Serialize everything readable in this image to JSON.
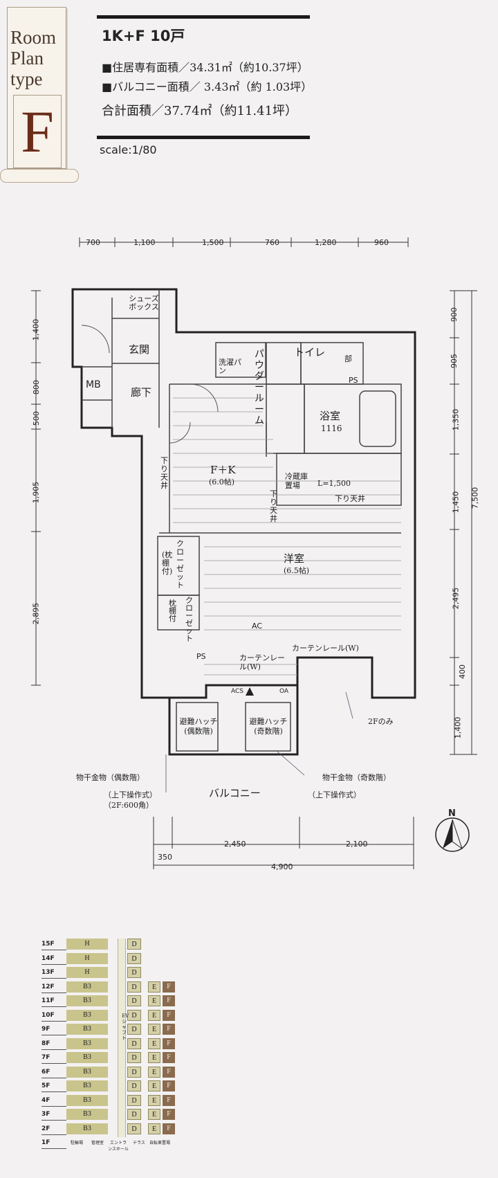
{
  "badge": {
    "line1": "Room",
    "line2": "Plan",
    "line3": "type",
    "letter": "F"
  },
  "header": {
    "title": "1K+F 10戸",
    "spec1": "■住居専有面積／34.31㎡（約10.37坪）",
    "spec2": "■バルコニー面積／ 3.43㎡（約 1.03坪）",
    "total": "合計面積／37.74㎡（約11.41坪）",
    "scale": "scale:1/80"
  },
  "dims": {
    "top": [
      "700",
      "1,100",
      "1,500",
      "760",
      "1,280",
      "960"
    ],
    "left": [
      "1,400",
      "800",
      "500",
      "1,905",
      "2,895"
    ],
    "right": [
      "900",
      "905",
      "1,350",
      "1,450",
      "2,495",
      "400",
      "1,400"
    ],
    "right_total": "7,500",
    "bottom": [
      "2,450",
      "2,100"
    ],
    "bottom_left": "350",
    "bottom_total": "4,900"
  },
  "rooms": {
    "shoe": "シューズボックス",
    "genkan": "玄関",
    "mb": "MB",
    "rouka": "廊下",
    "sentaku": "洗濯パン",
    "powder": "パウダールーム",
    "toilet": "トイレ",
    "bu": "部",
    "ps": "PS",
    "bath": "浴室",
    "bath_size": "1116",
    "fk": "F＋K",
    "fk_size": "(6.0帖)",
    "sagari1": "下り天井",
    "sagari2": "下り天井",
    "sagari3": "下り天井",
    "fridge": "冷蔵庫置場",
    "l1500": "L=1,500",
    "youshitsu": "洋室",
    "you_size": "(6.5帖)",
    "closet1": "クローゼット",
    "closet1b": "(枕棚付)",
    "closet2": "クローゼット",
    "closet2b": "枕棚付",
    "ac": "AC",
    "ps2": "PS",
    "curtain1": "カーテンレール(W)",
    "curtain2": "カーテンレール(W)",
    "acs": "ACS",
    "oa": "OA"
  },
  "balcony": {
    "hatch1": "避難ハッチ(偶数階)",
    "hatch2": "避難ハッチ(奇数階)",
    "note2f": "2Fのみ",
    "hoshi1": "物干金物（偶数階）",
    "hoshi2": "物干金物（奇数階）",
    "sousa1": "（上下操作式）",
    "sousa1b": "（2F:600角）",
    "sousa2": "（上下操作式）",
    "label": "バルコニー"
  },
  "compass": {
    "n": "N"
  },
  "floors": {
    "labels": [
      "15F",
      "14F",
      "13F",
      "12F",
      "11F",
      "10F",
      "9F",
      "8F",
      "7F",
      "6F",
      "5F",
      "4F",
      "3F",
      "2F",
      "1F"
    ],
    "col1": [
      "H",
      "H",
      "H",
      "B3",
      "B3",
      "B3",
      "B3",
      "B3",
      "B3",
      "B3",
      "B3",
      "B3",
      "B3",
      "B3"
    ],
    "col3": [
      "D",
      "D",
      "D",
      "D",
      "D",
      "D",
      "D",
      "D",
      "D",
      "D",
      "D",
      "D",
      "D",
      "D"
    ],
    "e_count": 11,
    "elev": "EVシャフト",
    "first": [
      "駐輪場",
      "管理室",
      "エントランスホール",
      "テラス",
      "自転車置場"
    ]
  }
}
